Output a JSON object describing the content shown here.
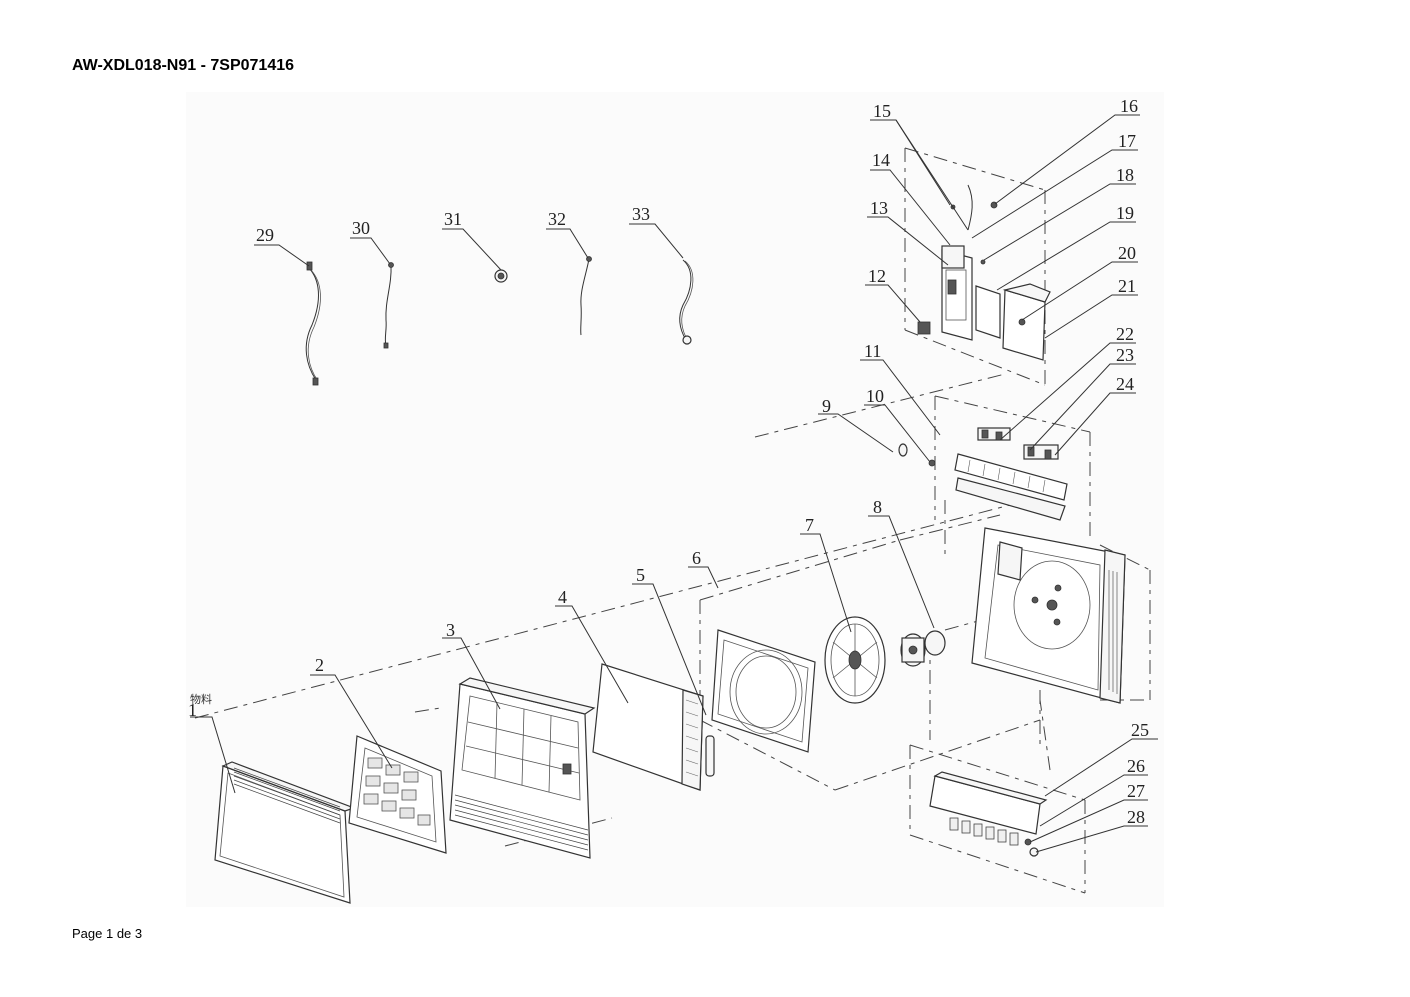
{
  "header": {
    "title": "AW-XDL018-N91 - 7SP071416"
  },
  "footer": {
    "page": "Page 1 de 3"
  },
  "diagram": {
    "side_note": "物料",
    "callouts": [
      "1",
      "2",
      "3",
      "4",
      "5",
      "6",
      "7",
      "8",
      "9",
      "10",
      "11",
      "12",
      "13",
      "14",
      "15",
      "16",
      "17",
      "18",
      "19",
      "20",
      "21",
      "22",
      "23",
      "24",
      "25",
      "26",
      "27",
      "28",
      "29",
      "30",
      "31",
      "32",
      "33"
    ]
  }
}
